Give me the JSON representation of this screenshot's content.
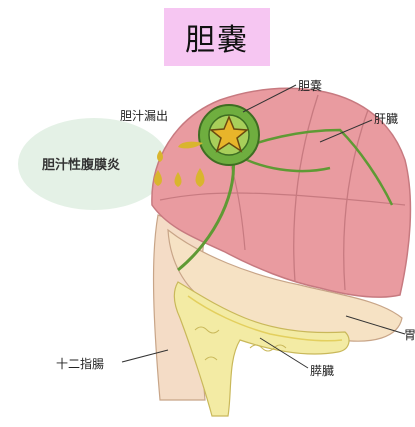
{
  "title": "胆嚢",
  "labels": {
    "gallbladder": "胆嚢",
    "bile_leak": "胆汁漏出",
    "bile_peritonitis": "胆汁性腹膜炎",
    "liver": "肝臓",
    "stomach": "胃",
    "pancreas": "膵臓",
    "duodenum": "十二指腸"
  },
  "colors": {
    "title_bg": "#f6c6f2",
    "liver": "#e99ba0",
    "liver_outline": "#c77a80",
    "stomach": "#f6e2c4",
    "pancreas": "#f3eba4",
    "gallbladder": "#6fae3f",
    "bile": "#d9b52e",
    "bubble": "#e4f1e6"
  }
}
